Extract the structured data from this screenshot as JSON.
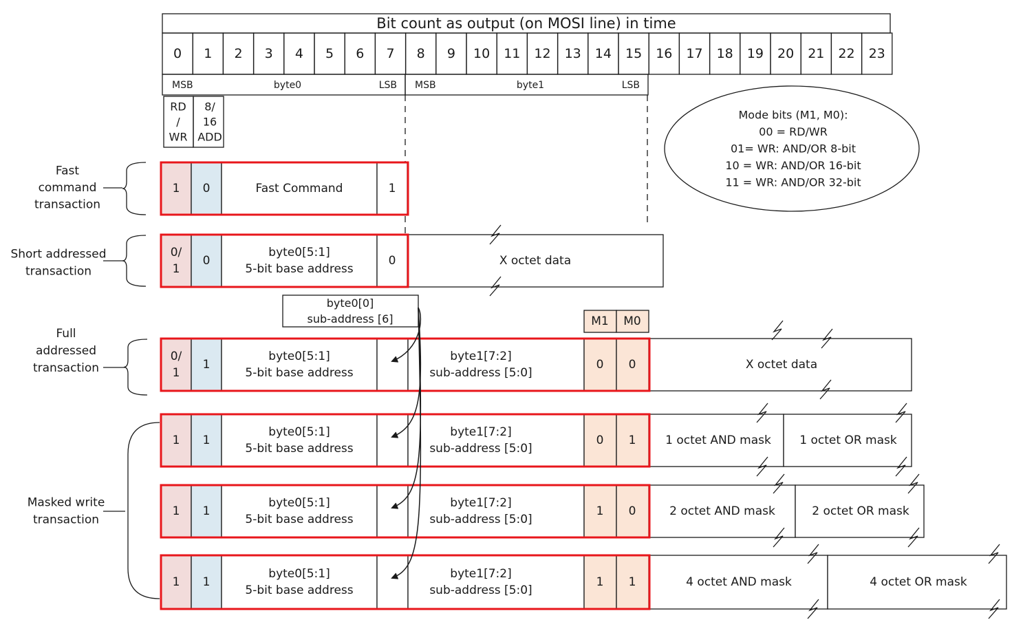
{
  "header": {
    "title": "Bit count as output (on MOSI line) in time",
    "bits": [
      "0",
      "1",
      "2",
      "3",
      "4",
      "5",
      "6",
      "7",
      "8",
      "9",
      "10",
      "11",
      "12",
      "13",
      "14",
      "15",
      "16",
      "17",
      "18",
      "19",
      "20",
      "21",
      "22",
      "23"
    ]
  },
  "bytes": {
    "byte0": {
      "msb": "MSB",
      "name": "byte0",
      "lsb": "LSB"
    },
    "byte1": {
      "msb": "MSB",
      "name": "byte1",
      "lsb": "LSB"
    }
  },
  "field_key": {
    "rdwr": [
      "RD",
      "/",
      "WR"
    ],
    "addr_mode": [
      "8/",
      "16",
      "ADD"
    ]
  },
  "mode_bits": {
    "lines": [
      "Mode bits (M1, M0):",
      "00 = RD/WR",
      "01= WR: AND/OR   8-bit",
      "10 = WR: AND/OR 16-bit",
      "11 = WR: AND/OR 32-bit"
    ]
  },
  "subaddr_callout": [
    "byte0[0]",
    "sub-address [6]"
  ],
  "m_header": [
    "M1",
    "M0"
  ],
  "groups": [
    {
      "lines": [
        "Fast",
        "command",
        "transaction"
      ]
    },
    {
      "lines": [
        "Short addressed",
        "transaction"
      ]
    },
    {
      "lines": [
        "Full",
        "addressed",
        "transaction"
      ]
    },
    {
      "lines": [
        "Masked write",
        "transaction"
      ]
    }
  ],
  "rows": {
    "fast": {
      "rw": [
        "1"
      ],
      "a": "0",
      "mid": [
        "Fast Command"
      ],
      "last": "1"
    },
    "short": {
      "rw": [
        "0/",
        "1"
      ],
      "a": "0",
      "mid": [
        "byte0[5:1]",
        "5-bit base address"
      ],
      "last": "0",
      "data": "X octet data"
    },
    "full": {
      "rw": [
        "0/",
        "1"
      ],
      "a": "1",
      "mid": [
        "byte0[5:1]",
        "5-bit base address"
      ],
      "sub": [
        "byte1[7:2]",
        "sub-address [5:0]"
      ],
      "m1": "0",
      "m0": "0",
      "data": "X octet data"
    },
    "mw8": {
      "rw": [
        "1"
      ],
      "a": "1",
      "mid": [
        "byte0[5:1]",
        "5-bit base address"
      ],
      "sub": [
        "byte1[7:2]",
        "sub-address [5:0]"
      ],
      "m1": "0",
      "m0": "1",
      "and": "1 octet AND mask",
      "or": "1 octet OR mask"
    },
    "mw16": {
      "rw": [
        "1"
      ],
      "a": "1",
      "mid": [
        "byte0[5:1]",
        "5-bit base address"
      ],
      "sub": [
        "byte1[7:2]",
        "sub-address [5:0]"
      ],
      "m1": "1",
      "m0": "0",
      "and": "2 octet AND mask",
      "or": "2 octet OR mask"
    },
    "mw32": {
      "rw": [
        "1"
      ],
      "a": "1",
      "mid": [
        "byte0[5:1]",
        "5-bit base address"
      ],
      "sub": [
        "byte1[7:2]",
        "sub-address [5:0]"
      ],
      "m1": "1",
      "m0": "1",
      "and": "4 octet AND mask",
      "or": "4 octet OR mask"
    }
  },
  "colors": {
    "pink": "#f2dcdb",
    "blue": "#dbe9f1",
    "peach": "#fbe5d6",
    "red": "#e8161b",
    "line": "#1a1a1a"
  }
}
